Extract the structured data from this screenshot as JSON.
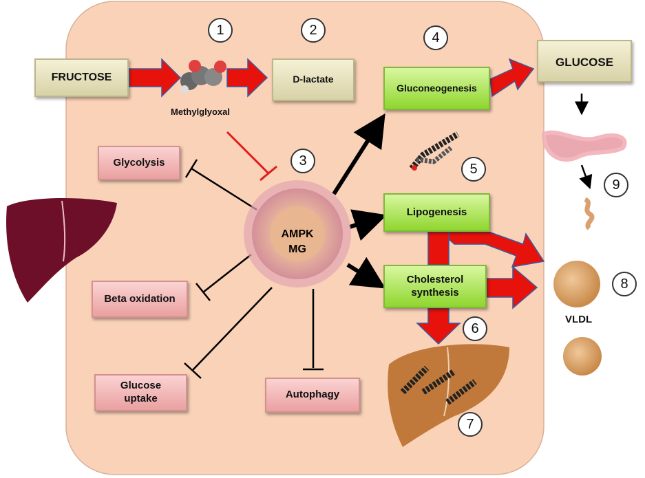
{
  "boxes": {
    "fructose": "FRUCTOSE",
    "d_lactate": "D-lactate",
    "gluconeogenesis": "Gluconeogenesis",
    "glucose": "GLUCOSE",
    "glycolysis": "Glycolysis",
    "lipogenesis": "Lipogenesis",
    "cholesterol_synthesis": "Cholesterol synthesis",
    "beta_oxidation": "Beta oxidation",
    "glucose_uptake": "Glucose uptake",
    "autophagy": "Autophagy"
  },
  "center": {
    "line1": "AMPK",
    "line2": "MG"
  },
  "labels": {
    "methylglyoxal": "Methylglyoxal",
    "vldl": "VLDL"
  },
  "numbers": [
    "1",
    "2",
    "3",
    "4",
    "5",
    "6",
    "7",
    "8",
    "9"
  ],
  "colors": {
    "cell": "#f9d2b8",
    "arrow_red": "#e8120c",
    "inhibit_red": "#e21b1b",
    "liver_dark": "#6e0f2a",
    "liver_fatty": "#c0793a"
  }
}
